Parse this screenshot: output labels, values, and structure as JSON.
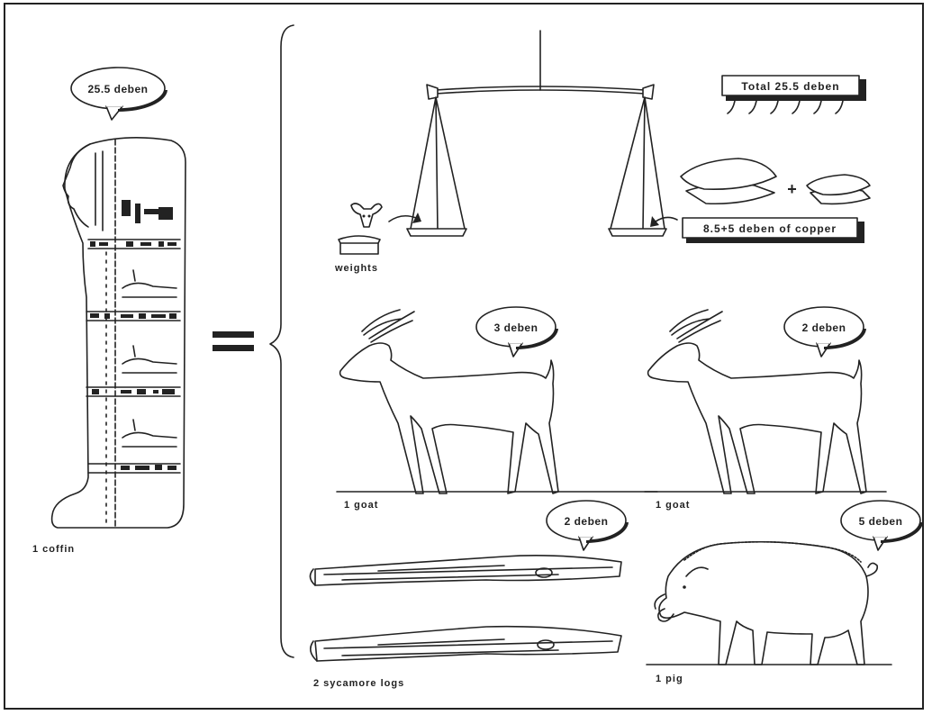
{
  "coffin": {
    "price": "25.5 deben",
    "label": "1 coffin"
  },
  "scale": {
    "total": "Total 25.5 deben",
    "copper": "8.5+5 deben of copper",
    "weights_label": "weights",
    "plus": "+"
  },
  "goats": [
    {
      "price": "3 deben",
      "label": "1 goat"
    },
    {
      "price": "2 deben",
      "label": "1 goat"
    }
  ],
  "logs": {
    "price": "2 deben",
    "label": "2 sycamore logs"
  },
  "pig": {
    "price": "5 deben",
    "label": "1 pig"
  }
}
